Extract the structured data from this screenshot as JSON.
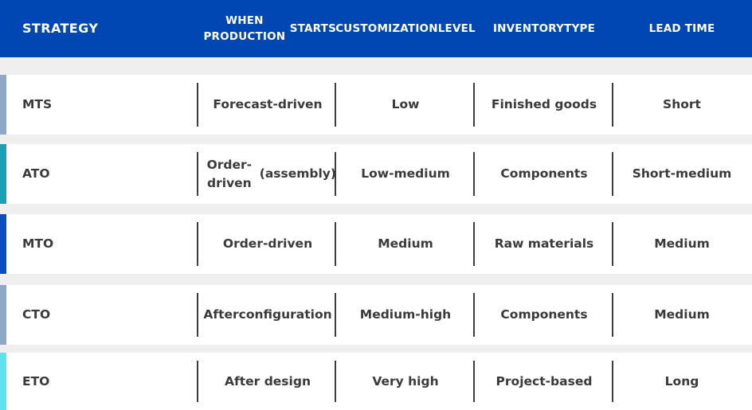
{
  "colors": {
    "header_bg": "#0047b3",
    "header_text": "#ffffff",
    "row_bg": "#ffffff",
    "gap_bg": "#efefef",
    "body_text": "#3a3a3a",
    "divider": "#3d3d3d"
  },
  "table": {
    "headers": [
      "STRATEGY",
      "WHEN PRODUCTION\nSTARTS",
      "CUSTOMIZATION\nLEVEL",
      "INVENTORY\nTYPE",
      "LEAD TIME"
    ],
    "rows": [
      {
        "accent": "#8fa8c8",
        "cells": [
          "MTS",
          "Forecast-driven",
          "Low",
          "Finished goods",
          "Short"
        ]
      },
      {
        "accent": "#1a9fb4",
        "cells": [
          "ATO",
          "Order-driven\n(assembly)",
          "Low-medium",
          "Components",
          "Short-medium"
        ]
      },
      {
        "accent": "#0a4fbf",
        "cells": [
          "MTO",
          "Order-driven",
          "Medium",
          "Raw materials",
          "Medium"
        ]
      },
      {
        "accent": "#8fa8c8",
        "cells": [
          "CTO",
          "After\nconfiguration",
          "Medium-high",
          "Components",
          "Medium"
        ]
      },
      {
        "accent": "#5ee3ec",
        "cells": [
          "ETO",
          "After design",
          "Very high",
          "Project-based",
          "Long"
        ]
      }
    ]
  }
}
